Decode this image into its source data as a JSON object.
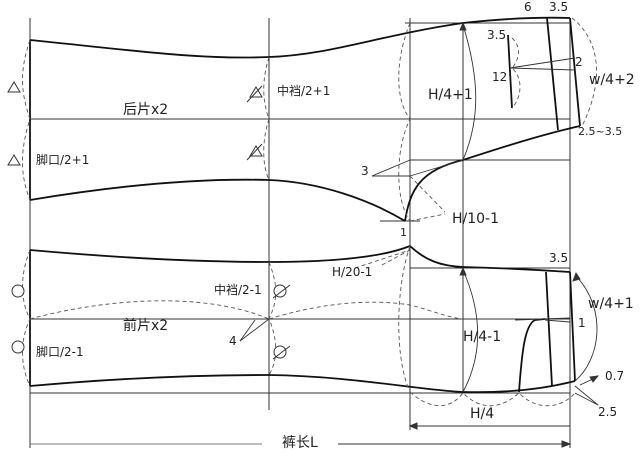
{
  "diagram": {
    "type": "trouser-pattern-draft",
    "back_piece": {
      "title": "后片x2",
      "hem_label": "脚口/2+1",
      "knee_label": "中裆/2+1",
      "hip_label": "H/4+1",
      "crotch_label": "H/10-1",
      "crotch_offset": "1",
      "rise_offset": "3",
      "waist_label": "w/4+2",
      "waist_top_6": "6",
      "waist_top_35": "3.5",
      "dart_35": "3.5",
      "dart_12": "12",
      "dart_2": "2",
      "side_offset": "2.5~3.5",
      "marker": "triangle"
    },
    "front_piece": {
      "title": "前片x2",
      "hem_label": "脚口/2-1",
      "knee_label": "中裆/2-1",
      "knee_offset": "4",
      "hip_label": "H/4-1",
      "crotch_label": "H/20-1",
      "waist_label": "w/4+1",
      "waist_top_35": "3.5",
      "pleat_1": "1",
      "side_07": "0.7",
      "side_25": "2.5",
      "marker": "circle"
    },
    "dimensions": {
      "hip_width": "H/4",
      "length": "裤长L"
    }
  }
}
